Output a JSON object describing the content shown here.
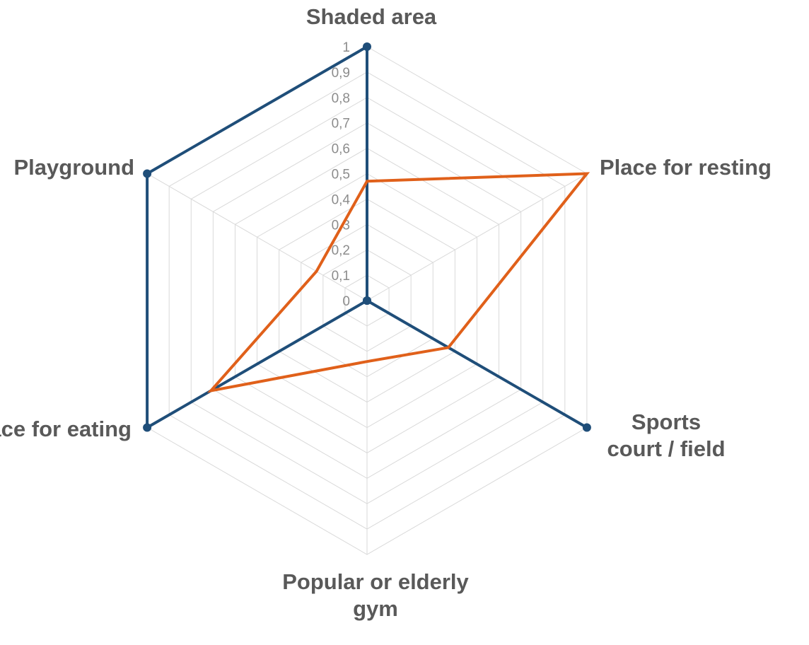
{
  "chart_data": {
    "type": "radar",
    "categories": [
      [
        "Shaded area"
      ],
      [
        "Place for resting"
      ],
      [
        "Sports",
        "court / field"
      ],
      [
        "Popular or elderly",
        "gym"
      ],
      [
        "Place for eating"
      ],
      [
        "Playground"
      ]
    ],
    "radial_ticks": [
      "0",
      "0,1",
      "0,2",
      "0,3",
      "0,4",
      "0,5",
      "0,6",
      "0,7",
      "0,8",
      "0,9",
      "1"
    ],
    "rlim": [
      0,
      1
    ],
    "grid": true,
    "series": [
      {
        "values": [
          1,
          0,
          1,
          0,
          1,
          1
        ],
        "color": "#1f4e79"
      },
      {
        "values": [
          0.47,
          1,
          0.37,
          0.24,
          0.71,
          0.23
        ],
        "color": "#e0601a"
      }
    ]
  }
}
